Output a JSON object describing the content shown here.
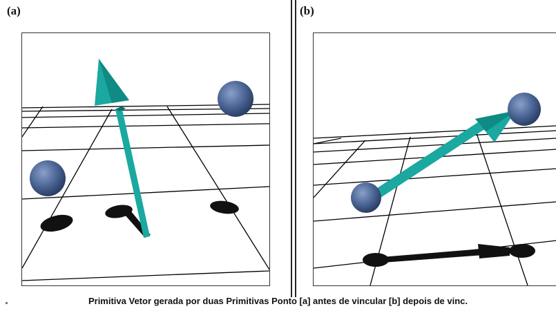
{
  "panels": [
    {
      "label": "(a)"
    },
    {
      "label": "(b)"
    }
  ],
  "caption": "Primitiva Vetor gerada por duas Primitivas Ponto [a] antes de vincular [b] depois de vinc.",
  "colors": {
    "sphere": "#4a6494",
    "vector": "#1aa8a0",
    "shadow": "#111111",
    "grid": "#000000"
  }
}
